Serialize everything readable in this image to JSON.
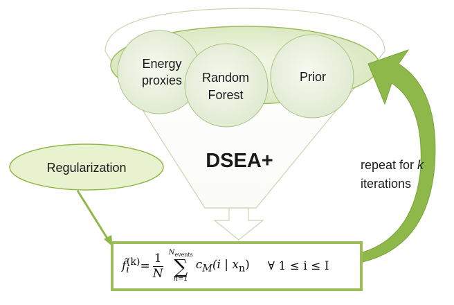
{
  "funnel": {
    "title": "DSEA+",
    "items": [
      "Energy\nproxies",
      "Random\nForest",
      "Prior"
    ]
  },
  "regularization": {
    "label": "Regularization"
  },
  "repeat": {
    "line1": "repeat for ",
    "k": "k",
    "line2": "iterations"
  },
  "formula": {
    "lhs": "f̂",
    "lhs_sub": "i",
    "lhs_sup": "(k)",
    "eq": " = ",
    "frac_num": "1",
    "frac_den": "N",
    "sum_top": "N",
    "sum_top_sub": "events",
    "sum_bot": "n=1",
    "term": "c",
    "term_sub": "M",
    "term_args": "(i | x",
    "term_args_sub": "n",
    "term_close": ")",
    "condition": "∀ 1 ≤ i ≤ I"
  },
  "colors": {
    "accent_green": "#8fb84a",
    "circle_fill": "#eef4e4",
    "circle_stroke": "#a9c27e",
    "regularization_fill": "#e8f2cf"
  }
}
